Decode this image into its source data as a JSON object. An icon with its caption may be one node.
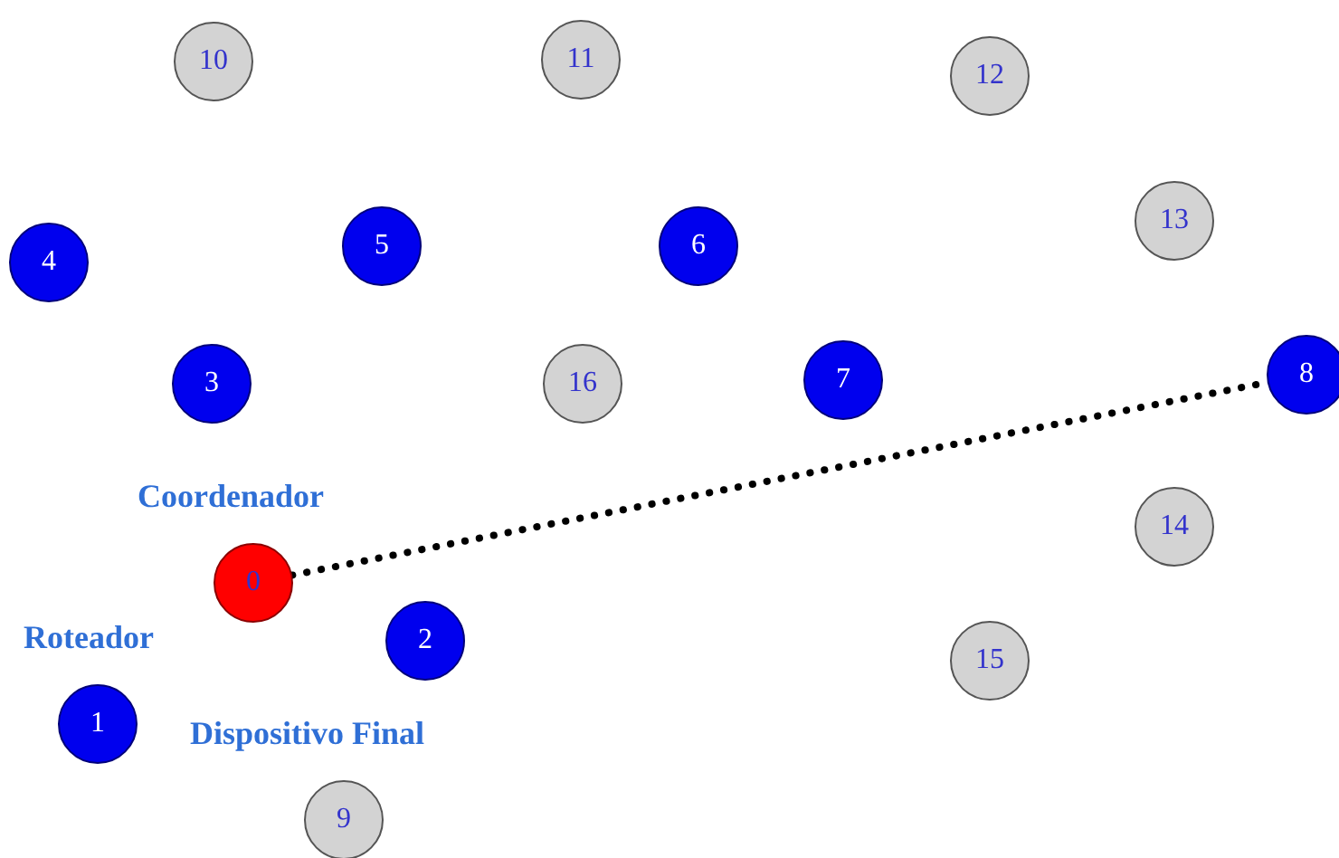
{
  "diagram": {
    "nodes": [
      {
        "text": [
          "10"
        ]
      },
      {
        "text": [
          "11"
        ]
      },
      {
        "text": [
          "12"
        ]
      },
      {
        "text": [
          "4"
        ]
      },
      {
        "text": [
          "5"
        ]
      },
      {
        "text": [
          "6"
        ]
      },
      {
        "text": [
          "13"
        ]
      },
      {
        "text": [
          "3"
        ]
      },
      {
        "text": [
          "16"
        ]
      },
      {
        "text": [
          "7"
        ]
      },
      {
        "text": [
          "8"
        ]
      },
      {
        "text": [
          "0"
        ],
        "beside": [
          "Coordenador"
        ]
      },
      {
        "text": [
          "14"
        ]
      },
      {
        "text": [
          "2"
        ]
      },
      {
        "text": [
          "15"
        ]
      },
      {
        "text": [
          "1"
        ],
        "beside": [
          "Roteador"
        ]
      },
      {
        "text": [
          "9"
        ],
        "beside": [
          "Dispositivo Final"
        ]
      }
    ],
    "edges": [
      {
        "from": 11,
        "to": 10,
        "arrow": "none",
        "style": "dashed"
      }
    ]
  }
}
